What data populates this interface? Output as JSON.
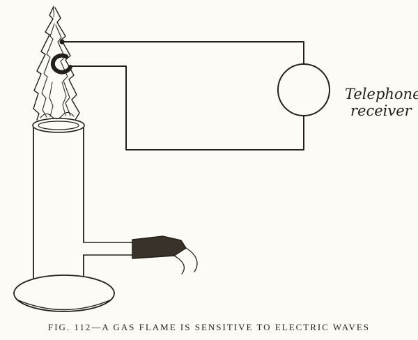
{
  "figure": {
    "caption": "FIG. 112—A GAS FLAME IS SENSITIVE TO ELECTRIC WAVES",
    "receiver_label": {
      "line1": "Telephone",
      "line2": "receiver"
    },
    "colors": {
      "ink": "#241f19",
      "paper": "#fcfbf6",
      "nozzle_shading": "#38322a"
    }
  }
}
